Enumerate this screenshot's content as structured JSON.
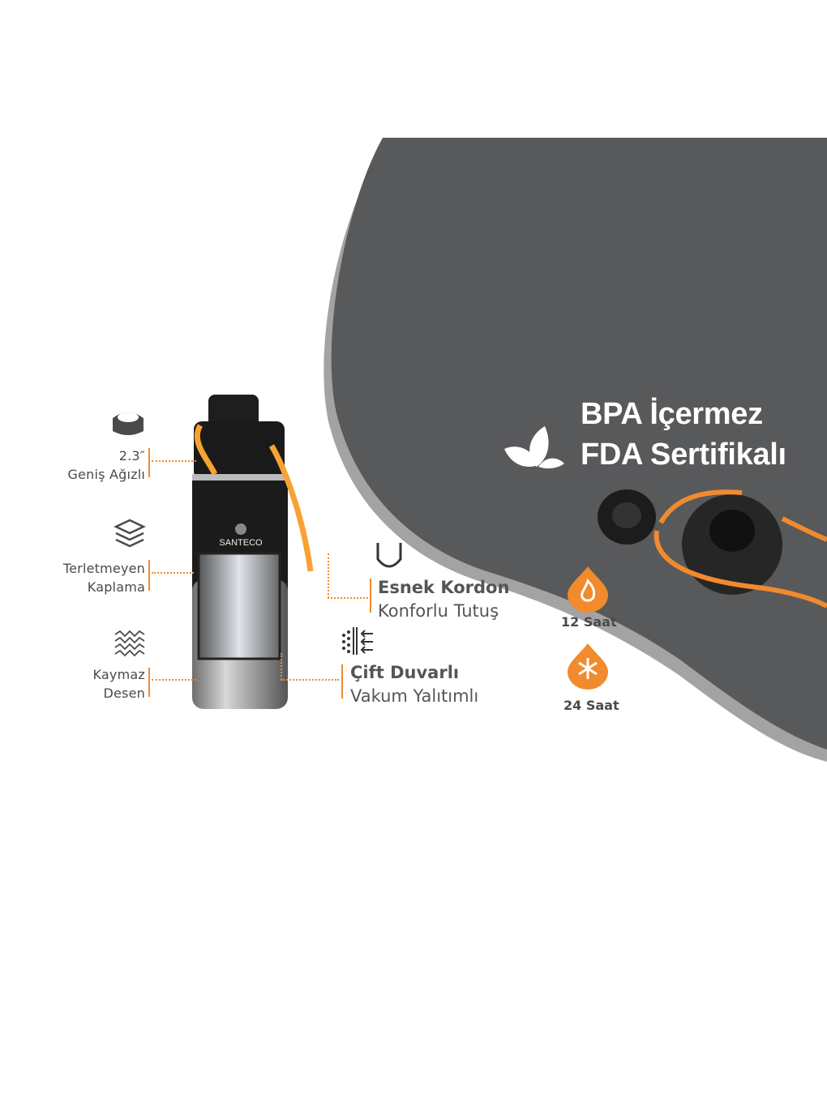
{
  "brand": "SANTECO",
  "colors": {
    "accent": "#f28a2e",
    "panel": "#58595b",
    "panel_rim": "#a3a3a3"
  },
  "headline": {
    "line1": "BPA İçermez",
    "line2": "FDA Sertifikalı",
    "icon": "leaf-icon"
  },
  "left_features": [
    {
      "line1": "2.3″",
      "line2": "Geniş Ağızlı",
      "icon": "wide-mouth-icon"
    },
    {
      "line1": "Terletmeyen",
      "line2": "Kaplama",
      "icon": "layers-icon"
    },
    {
      "line1": "Kaymaz",
      "line2": "Desen",
      "icon": "zigzag-pattern-icon"
    }
  ],
  "right_features": [
    {
      "title": "Esnek Kordon",
      "subtitle": "Konforlu Tutuş",
      "icon": "cord-icon"
    },
    {
      "title": "Çift Duvarlı",
      "subtitle": "Vakum Yalıtımlı",
      "icon": "vacuum-insulation-icon"
    }
  ],
  "temperature": [
    {
      "label": "12 Saat",
      "icon": "flame-icon"
    },
    {
      "label": "24 Saat",
      "icon": "snowflake-icon"
    }
  ]
}
